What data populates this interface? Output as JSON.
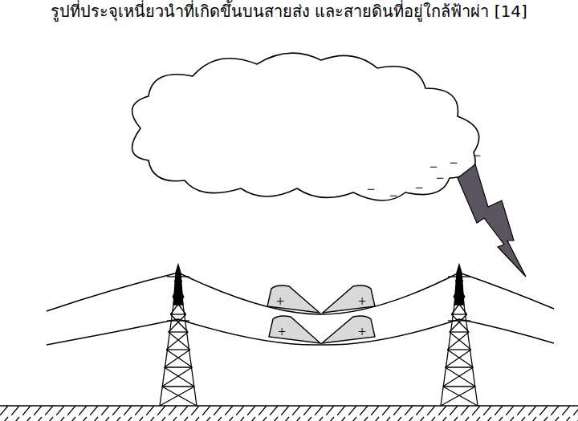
{
  "diagram": {
    "caption": "รูปที่ประจุเหนี่ยวนำที่เกิดขึ้นบนสายส่ง และสายดินที่อยู่ใกล้ฟ้าผ่า [14]",
    "labels": [
      "+",
      "+",
      "+",
      "+",
      "−",
      "−",
      "−",
      "−",
      "−",
      "−",
      "−"
    ]
  }
}
